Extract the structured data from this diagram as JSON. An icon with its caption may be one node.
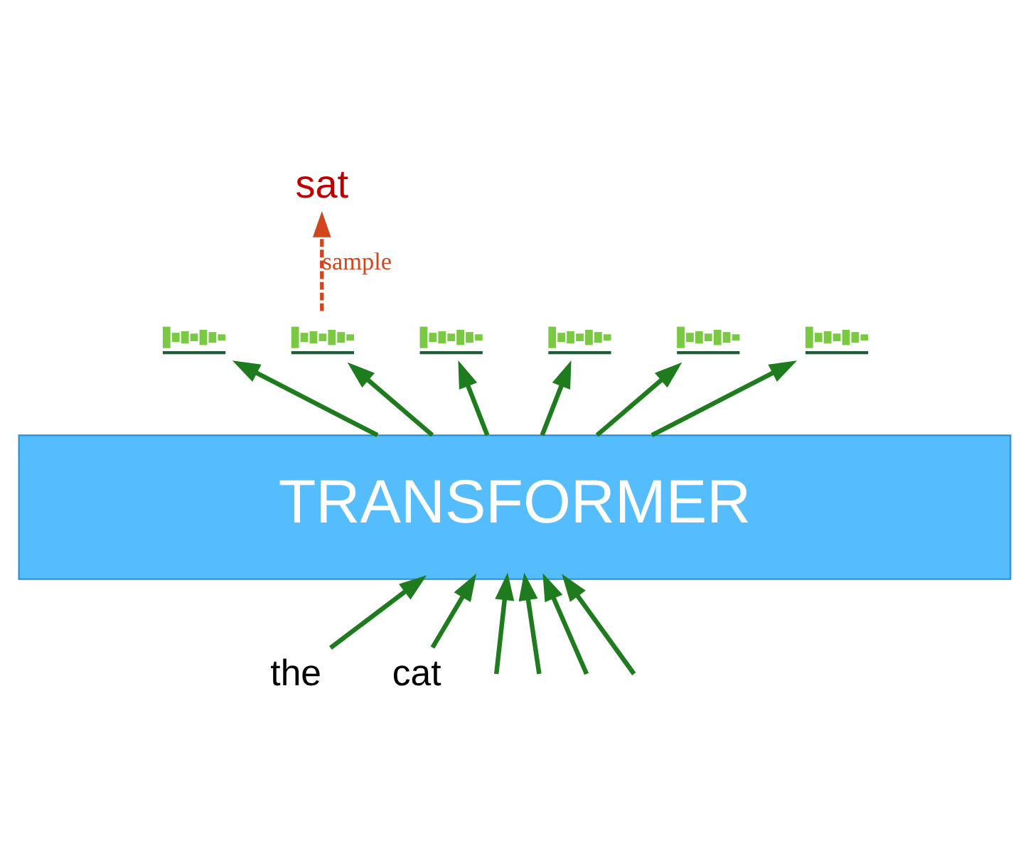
{
  "diagram": {
    "nodes": [
      {
        "text": [
          "sat"
        ]
      },
      {
        "text": [],
        "shape": "picture"
      },
      {
        "text": [],
        "shape": "picture"
      },
      {
        "text": [],
        "shape": "picture"
      },
      {
        "text": [],
        "shape": "picture"
      },
      {
        "text": [],
        "shape": "picture"
      },
      {
        "text": [],
        "shape": "picture"
      },
      {
        "text": [
          "TRANSFORMER"
        ]
      },
      {
        "text": [
          "the"
        ]
      },
      {
        "text": [
          "cat"
        ]
      }
    ],
    "edges": [
      {
        "from": 7,
        "to": 1,
        "arrow": "to"
      },
      {
        "from": 7,
        "to": 2,
        "arrow": "to"
      },
      {
        "from": 7,
        "to": 3,
        "arrow": "to"
      },
      {
        "from": 7,
        "to": 4,
        "arrow": "to"
      },
      {
        "from": 7,
        "to": 5,
        "arrow": "to"
      },
      {
        "from": 7,
        "to": 6,
        "arrow": "to"
      },
      {
        "from": 8,
        "to": 7,
        "arrow": "to"
      },
      {
        "from": 9,
        "to": 7,
        "arrow": "to"
      },
      {
        "from": null,
        "to": 7,
        "arrow": "to"
      },
      {
        "from": null,
        "to": 7,
        "arrow": "to"
      },
      {
        "from": null,
        "to": 7,
        "arrow": "to"
      },
      {
        "from": null,
        "to": 7,
        "arrow": "to"
      },
      {
        "from": 2,
        "to": 0,
        "arrow": "to",
        "label": "sample",
        "style": "dashed",
        "color": "#d2461e"
      }
    ]
  }
}
